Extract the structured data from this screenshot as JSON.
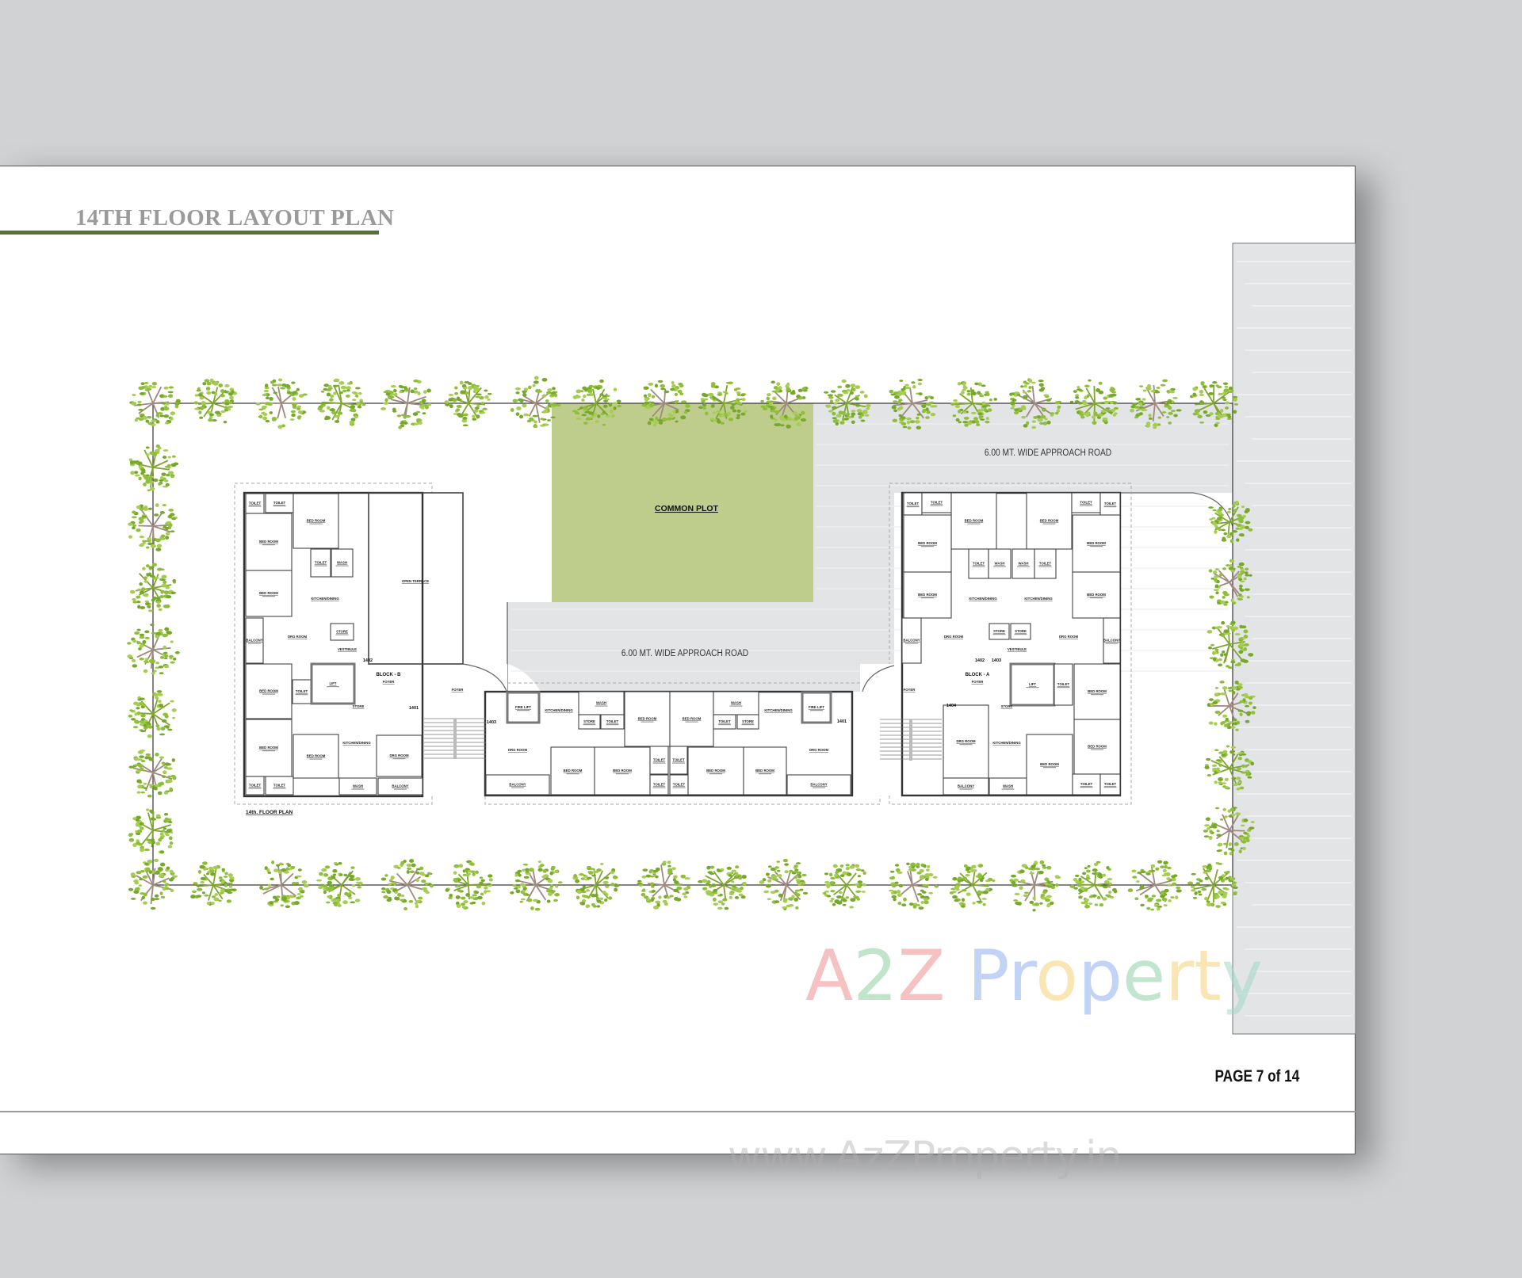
{
  "document": {
    "title": "14TH FLOOR LAYOUT PLAN",
    "page_number": "PAGE 7 of 14",
    "accent_color": "#5a7030"
  },
  "site": {
    "common_plot_label": "COMMON PLOT",
    "common_plot_color": "#bfcd8c",
    "road_label_top": "6.00 MT. WIDE APPROACH ROAD",
    "road_label_middle": "6.00 MT. WIDE APPROACH ROAD",
    "road_color": "#e3e4e6",
    "floor_plan_label": "14th. FLOOR PLAN"
  },
  "plan": {
    "block_b": "BLOCK - B",
    "block_a": "BLOCK - A",
    "unit_numbers": [
      "1402",
      "1401",
      "1403",
      "1401",
      "1402",
      "1403",
      "1404"
    ],
    "rooms": [
      "TOILET",
      "TOILET",
      "BED ROOM",
      "BED ROOM",
      "TOILET",
      "WASH",
      "BED ROOM",
      "STORE",
      "BALCONY",
      "BED ROOM",
      "TOILET",
      "LIFT",
      "BED ROOM",
      "BED ROOM",
      "DRG ROOM",
      "TOILET",
      "TOILET",
      "WASH",
      "BALCONY",
      "FIRE LIFT",
      "WASH",
      "STORE",
      "TOILET",
      "BED ROOM",
      "BED ROOM",
      "WASH",
      "TOILET",
      "STORE",
      "FIRE LIFT",
      "BALCONY",
      "BED ROOM",
      "BED ROOM",
      "TOILET",
      "TOILET",
      "TOILET",
      "TOILET",
      "BED ROOM",
      "BED ROOM",
      "BALCONY",
      "TOILET",
      "TOILET",
      "BED ROOM",
      "BED ROOM",
      "TOILET",
      "TOILET",
      "BED ROOM",
      "BED ROOM",
      "TOILET",
      "WASH",
      "WASH",
      "TOILET",
      "BED ROOM",
      "BED ROOM",
      "BALCONY",
      "BALCONY",
      "STORE",
      "STORE",
      "LIFT",
      "TOILET",
      "BED ROOM",
      "DRG ROOM",
      "BED ROOM",
      "BED ROOM",
      "BALCONY",
      "WASH",
      "TOILET",
      "TOILET"
    ],
    "area_labels": [
      "KITCHEN/DINING",
      "DRG ROOM",
      "VESTIBULE",
      "OPEN TERRACE",
      "STORE",
      "KITCHEN/DINING",
      "FOYER",
      "FOYER",
      "KITCHEN/DINING",
      "KITCHEN/DINING",
      "DRG ROOM",
      "DRG ROOM",
      "KITCHEN/DINING",
      "KITCHEN/DINING",
      "DRG ROOM",
      "DRG ROOM",
      "VESTIBULE",
      "FOYER",
      "FOYER",
      "STORE",
      "KITCHEN/DINING"
    ]
  },
  "watermark": {
    "logo_text": "A2Z Property",
    "website": "www.AzZProperty.in"
  }
}
